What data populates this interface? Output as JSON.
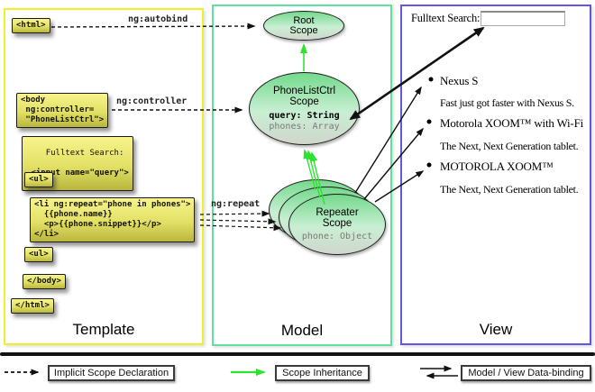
{
  "panels": {
    "template_label": "Template",
    "model_label": "Model",
    "view_label": "View"
  },
  "colors": {
    "template_border": "#efef2a",
    "model_border": "#5ee0a0",
    "view_border": "#6456e4",
    "inheritance_green": "#2ee32e",
    "arrow_black": "#111111"
  },
  "template": {
    "html_open": "<html>",
    "body_open": "<body\n ng:controller=\n \"PhoneListCtrl\">",
    "fulltext_line1": "Fulltext Search:",
    "fulltext_line2": " <input name=\"query\">",
    "ul_open": "<ul>",
    "li_repeat": "<li ng:repeat=\"phone in phones\">\n  {{phone.name}}\n  <p>{{phone.snippet}}</p>\n</li>",
    "ul_close": "<ul>",
    "body_close": "</body>",
    "html_close": "</html>"
  },
  "edges": {
    "autobind": "ng:autobind",
    "controller": "ng:controller",
    "repeat": "ng:repeat"
  },
  "model": {
    "root_scope_title": "Root\nScope",
    "phonelist_title": "PhoneListCtrl\nScope",
    "phonelist_prop1": "query: String",
    "phonelist_prop2": "phones: Array",
    "repeater_title": "Repeater\nScope",
    "repeater_prop": "phone: Object"
  },
  "view": {
    "search_label": "Fulltext Search:",
    "search_value": "",
    "items": [
      {
        "title": "Nexus S",
        "desc": "Fast just got faster with Nexus S."
      },
      {
        "title": "Motorola XOOM™ with Wi-Fi",
        "desc": "The Next, Next Generation tablet."
      },
      {
        "title": "MOTOROLA XOOM™",
        "desc": "The Next, Next Generation tablet."
      }
    ]
  },
  "legend": {
    "implicit": "Implicit Scope Declaration",
    "inheritance": "Scope Inheritance",
    "binding": "Model / View Data-binding"
  }
}
